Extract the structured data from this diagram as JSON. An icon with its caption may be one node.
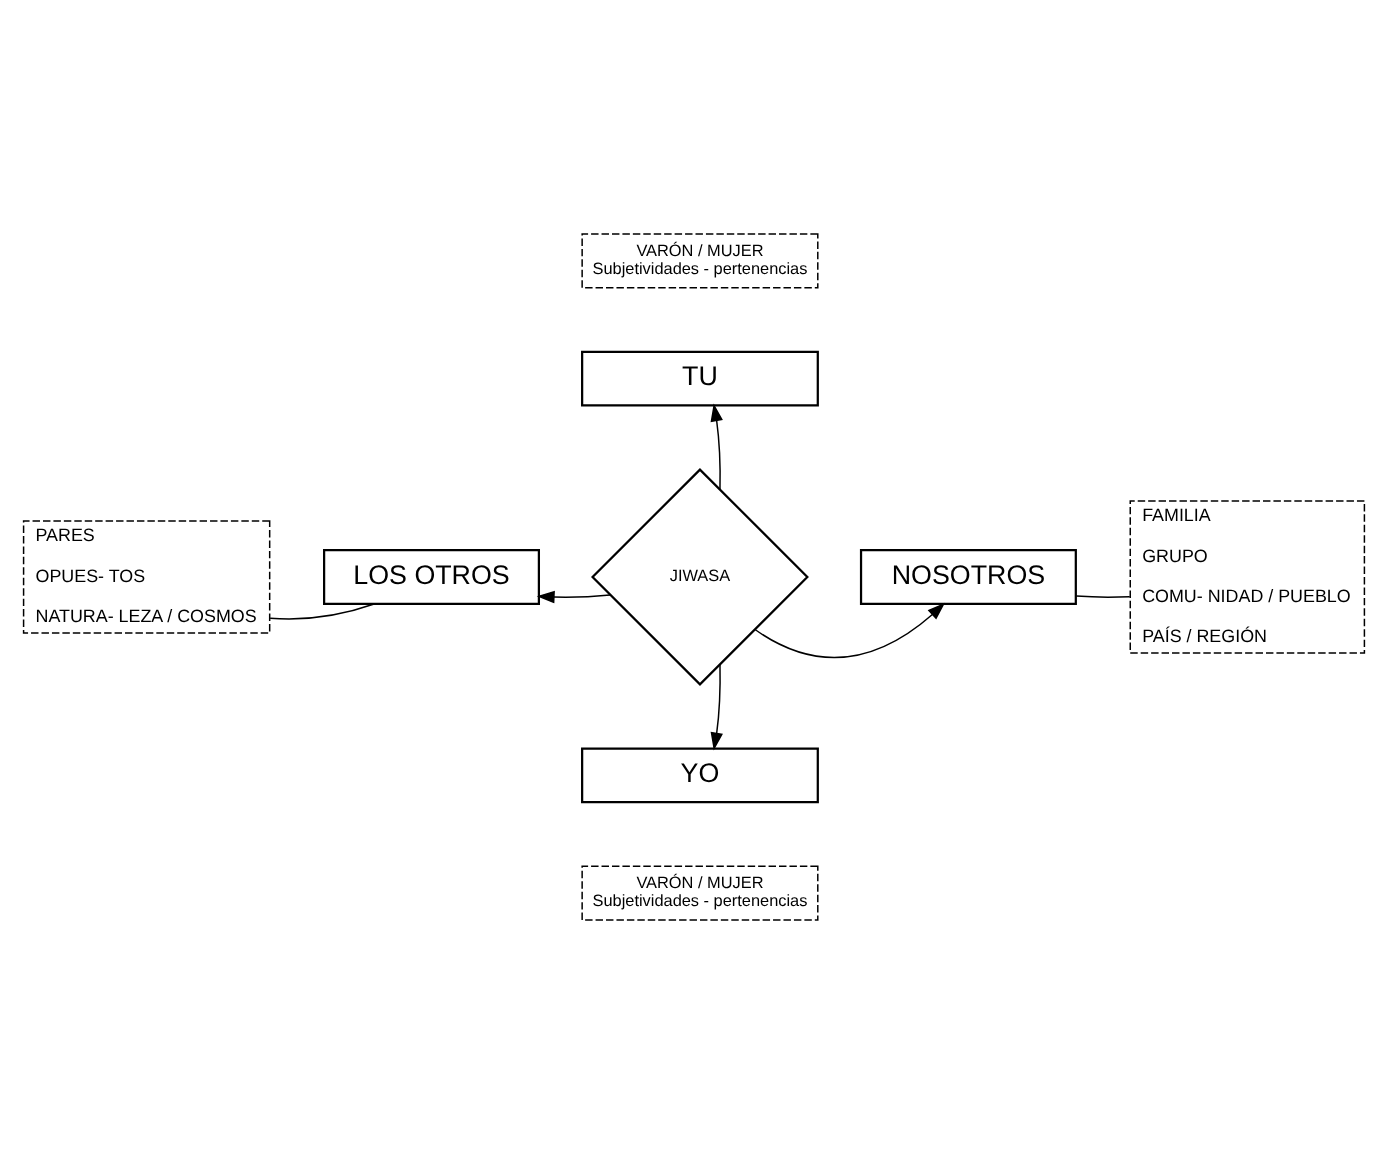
{
  "diagram": {
    "nodes": [
      {
        "text": [
          "VARÓN / MUJER",
          "Subjetividades - pertenencias"
        ]
      },
      {
        "text": [
          "PARES",
          "OPUES- TOS",
          "NATURA- LEZA / COSMOS"
        ]
      },
      {
        "text": [
          "TU"
        ]
      },
      {
        "text": [
          "LOS OTROS"
        ]
      },
      {
        "text": [
          "JIWASA"
        ]
      },
      {
        "text": [
          "NOSOTROS"
        ]
      },
      {
        "text": [
          "FAMILIA",
          "GRUPO",
          "COMU- NIDAD / PUEBLO",
          "PAÍS / REGIÓN"
        ]
      },
      {
        "text": [
          "YO"
        ]
      },
      {
        "text": [
          "VARÓN / MUJER",
          "Subjetividades - pertenencias"
        ]
      }
    ],
    "edges": [
      {
        "from": 4,
        "to": 2,
        "arrow": "to"
      },
      {
        "from": 4,
        "to": 3,
        "arrow": "to"
      },
      {
        "from": 4,
        "to": 5,
        "arrow": "to"
      },
      {
        "from": 4,
        "to": 7,
        "arrow": "to"
      },
      {
        "from": 3,
        "to": 1,
        "arrow": "none"
      },
      {
        "from": 5,
        "to": 6,
        "arrow": "none"
      }
    ]
  }
}
